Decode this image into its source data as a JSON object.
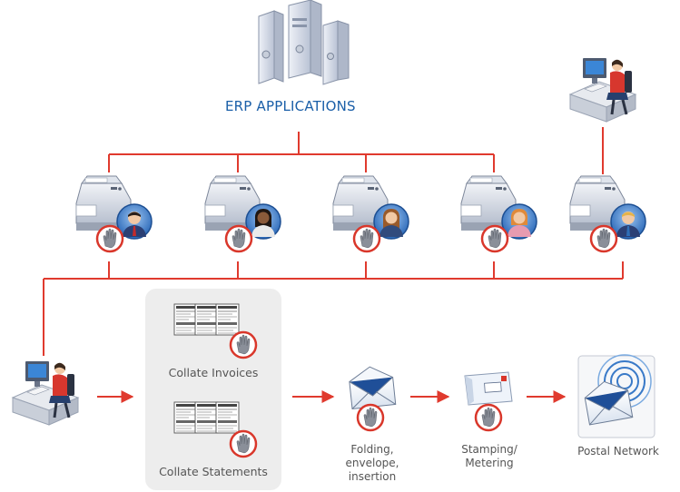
{
  "title": "ERP APPLICATIONS",
  "collate_invoices": "Collate Invoices",
  "collate_statements": "Collate Statements",
  "folding_lines": [
    "Folding,",
    "envelope,",
    "insertion"
  ],
  "stamping_lines": [
    "Stamping/",
    "Metering"
  ],
  "postal_network": "Postal Network",
  "colors": {
    "connector": "#e03a2e",
    "title": "#1b5fa8",
    "label": "#555555",
    "panel": "#ededed",
    "stamp_ring": "#d9372b"
  },
  "icons": {
    "server": "server-cluster-icon",
    "printer": "printer-icon",
    "workstation": "workstation-icon",
    "document": "document-icon",
    "envelope": "envelope-icon",
    "meter": "postage-meter-icon",
    "postal": "postal-network-icon",
    "hand": "hand-stamp-icon"
  }
}
